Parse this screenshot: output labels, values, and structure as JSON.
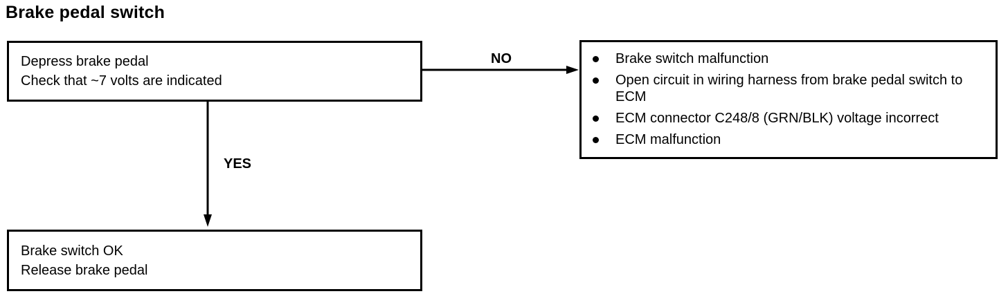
{
  "title": "Brake pedal switch",
  "check_step": {
    "lines": [
      "Depress brake pedal",
      "Check that ~7 volts are indicated"
    ]
  },
  "branches": {
    "no_label": "NO",
    "yes_label": "YES"
  },
  "fault_causes": {
    "items": [
      "Brake switch malfunction",
      "Open circuit in wiring harness from brake pedal switch to ECM",
      "ECM connector C248/8 (GRN/BLK) voltage incorrect",
      "ECM malfunction"
    ]
  },
  "result_ok": {
    "lines": [
      "Brake switch OK",
      "Release brake pedal"
    ]
  }
}
